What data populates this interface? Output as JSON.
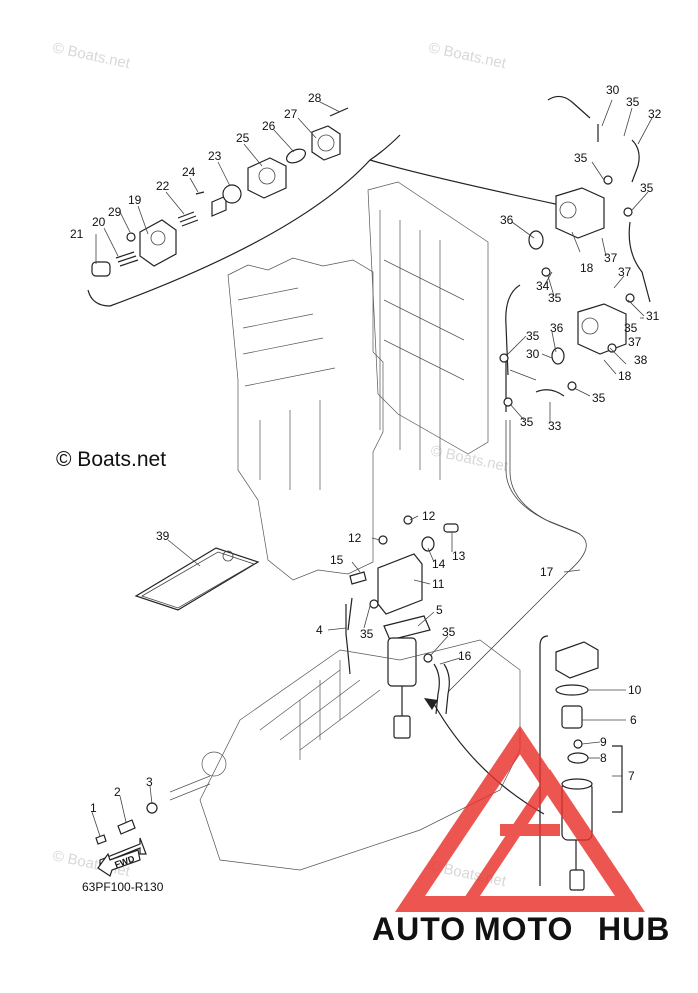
{
  "watermark": {
    "text": "© Boats.net"
  },
  "diagram_code": "63PF100-R130",
  "fwd_label": "FWD",
  "brand": {
    "auto": "AUTO",
    "moto": "MOTO",
    "hub": "HUB",
    "colors": {
      "auto": "#f5c563",
      "moto": "#f26b5b",
      "hub": "#2e3b4e",
      "logo": "#e8302a"
    }
  },
  "callouts": [
    {
      "id": "1",
      "label": "1"
    },
    {
      "id": "2",
      "label": "2"
    },
    {
      "id": "3",
      "label": "3"
    },
    {
      "id": "4",
      "label": "4"
    },
    {
      "id": "5",
      "label": "5"
    },
    {
      "id": "6",
      "label": "6"
    },
    {
      "id": "7",
      "label": "7"
    },
    {
      "id": "8",
      "label": "8"
    },
    {
      "id": "9",
      "label": "9"
    },
    {
      "id": "10",
      "label": "10"
    },
    {
      "id": "11",
      "label": "11"
    },
    {
      "id": "12a",
      "label": "12"
    },
    {
      "id": "12b",
      "label": "12"
    },
    {
      "id": "13",
      "label": "13"
    },
    {
      "id": "14",
      "label": "14"
    },
    {
      "id": "15",
      "label": "15"
    },
    {
      "id": "16",
      "label": "16"
    },
    {
      "id": "17",
      "label": "17"
    },
    {
      "id": "18a",
      "label": "18"
    },
    {
      "id": "18b",
      "label": "18"
    },
    {
      "id": "19",
      "label": "19"
    },
    {
      "id": "20",
      "label": "20"
    },
    {
      "id": "21",
      "label": "21"
    },
    {
      "id": "22",
      "label": "22"
    },
    {
      "id": "23",
      "label": "23"
    },
    {
      "id": "24",
      "label": "24"
    },
    {
      "id": "25",
      "label": "25"
    },
    {
      "id": "26",
      "label": "26"
    },
    {
      "id": "27",
      "label": "27"
    },
    {
      "id": "28",
      "label": "28"
    },
    {
      "id": "29",
      "label": "29"
    },
    {
      "id": "30a",
      "label": "30"
    },
    {
      "id": "30b",
      "label": "30"
    },
    {
      "id": "31",
      "label": "31"
    },
    {
      "id": "32",
      "label": "32"
    },
    {
      "id": "33",
      "label": "33"
    },
    {
      "id": "34",
      "label": "34"
    },
    {
      "id": "35a",
      "label": "35"
    },
    {
      "id": "35b",
      "label": "35"
    },
    {
      "id": "35c",
      "label": "35"
    },
    {
      "id": "35d",
      "label": "35"
    },
    {
      "id": "35e",
      "label": "35"
    },
    {
      "id": "35f",
      "label": "35"
    },
    {
      "id": "35g",
      "label": "35"
    },
    {
      "id": "35h",
      "label": "35"
    },
    {
      "id": "35i",
      "label": "35"
    },
    {
      "id": "35j",
      "label": "35"
    },
    {
      "id": "36a",
      "label": "36"
    },
    {
      "id": "36b",
      "label": "36"
    },
    {
      "id": "37a",
      "label": "37"
    },
    {
      "id": "37b",
      "label": "37"
    },
    {
      "id": "37c",
      "label": "37"
    },
    {
      "id": "38",
      "label": "38"
    },
    {
      "id": "39",
      "label": "39"
    }
  ]
}
